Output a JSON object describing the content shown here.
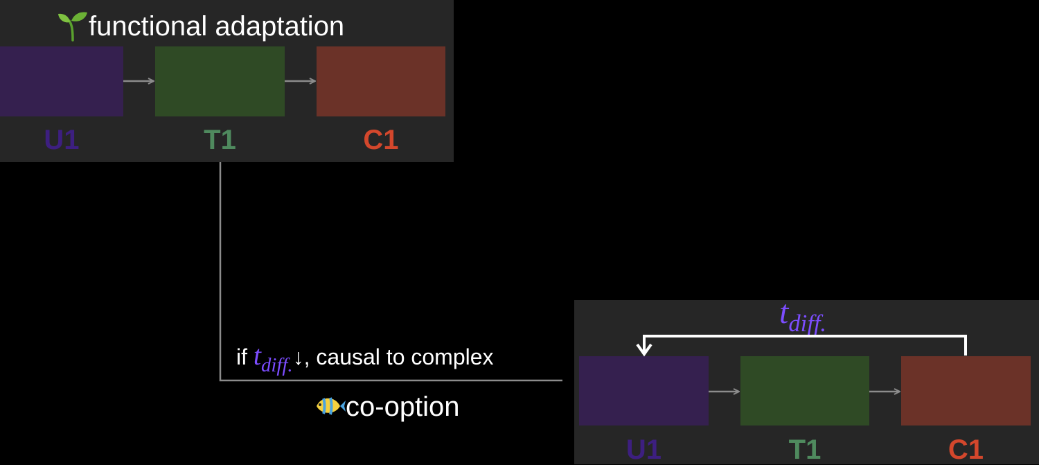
{
  "top_panel": {
    "title": "functional adaptation",
    "title_icon": "seedling",
    "nodes": [
      {
        "label": "U1",
        "color": "#3d1f80",
        "fill": "#35204f"
      },
      {
        "label": "T1",
        "color": "#4f8a5e",
        "fill": "#2f4a25"
      },
      {
        "label": "C1",
        "color": "#d3472c",
        "fill": "#6b3228"
      }
    ]
  },
  "bottom_panel": {
    "title": "co-option",
    "title_icon": "tropical-fish",
    "nodes": [
      {
        "label": "U1",
        "color": "#3d1f80",
        "fill": "#35204f"
      },
      {
        "label": "T1",
        "color": "#4f8a5e",
        "fill": "#2f4a25"
      },
      {
        "label": "C1",
        "color": "#d3472c",
        "fill": "#6b3228"
      }
    ],
    "feedback": {
      "var": "t",
      "sub": "diff."
    }
  },
  "connector": {
    "prefix": "if ",
    "var": "t",
    "sub": "diff.",
    "arrow": "↓",
    "suffix": ", causal to complex"
  },
  "colors": {
    "background": "#000000",
    "panel": "#262626",
    "arrow": "#8c8c8c",
    "accent": "#7c4dff"
  }
}
